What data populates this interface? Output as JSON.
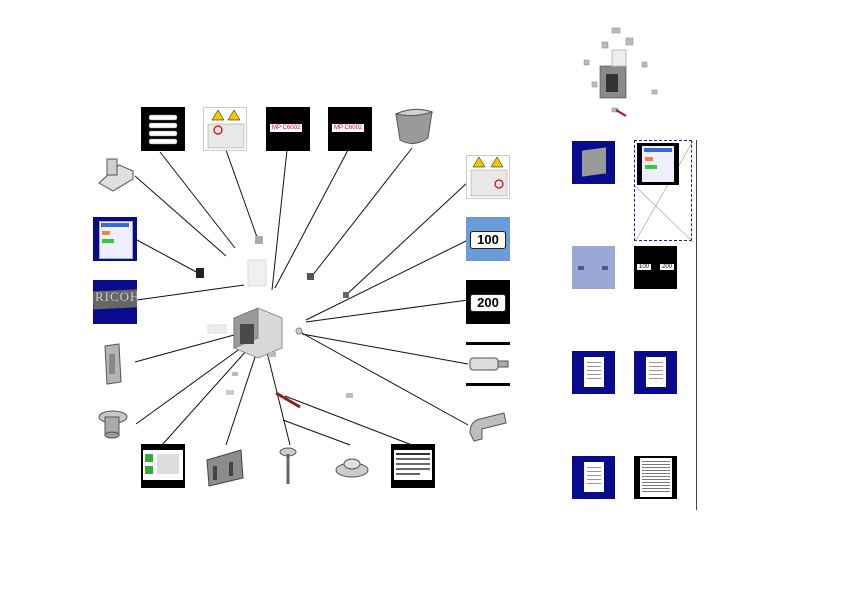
{
  "callouts": {
    "mp_label_1": "MP C6002",
    "mp_label_2": "MP C6002",
    "ricoh_plate": "RICOH",
    "counter_100": "100",
    "counter_200": "200"
  },
  "thumbnails": {
    "thumb_counter_100": "100",
    "thumb_counter_200": "200"
  },
  "colors": {
    "navy": "#0a0a8c",
    "blue_light": "#6a9ad8",
    "dash_border": "#1a1aa8",
    "red_part": "#a01818"
  },
  "icons": [
    "warning-icon",
    "no-touch-icon",
    "screw-icon",
    "cable-icon"
  ]
}
